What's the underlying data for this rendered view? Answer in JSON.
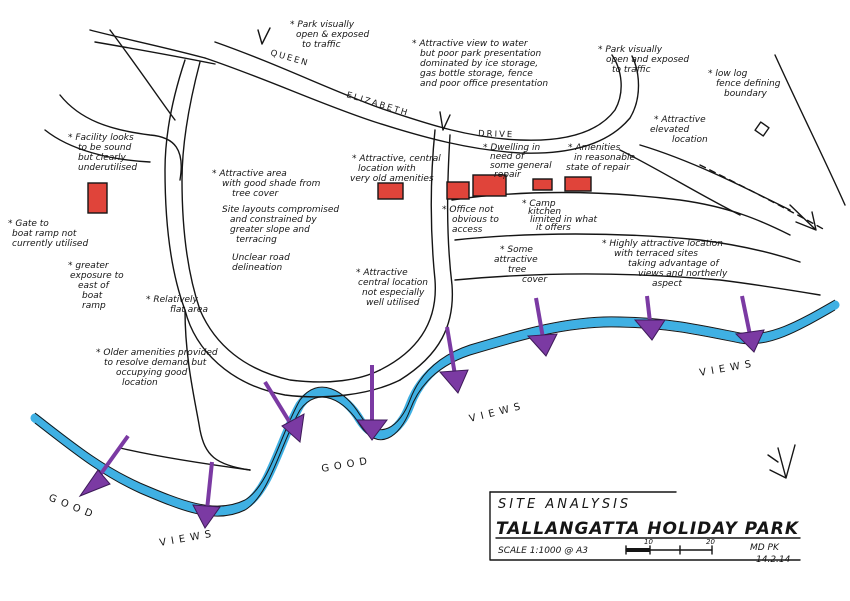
{
  "roads": {
    "queen": "QUEEN",
    "elizabeth": "ELIZABETH",
    "drive": "DRIVE"
  },
  "views": [
    "GOOD",
    "VIEWS",
    "GOOD",
    "VIEWS",
    "VIEWS"
  ],
  "notes": {
    "park_exposed_west": [
      "* Park visually",
      "open & exposed",
      "to traffic"
    ],
    "attractive_view_water": [
      "* Attractive view to water",
      "but poor park presentation",
      "dominated by ice storage,",
      "gas bottle storage, fence",
      "and poor office presentation"
    ],
    "park_exposed_east": [
      "* Park visually",
      "open and exposed",
      "to traffic"
    ],
    "low_log_fence": [
      "* low log",
      "fence defining",
      "boundary"
    ],
    "elevated_location": [
      "* Attractive",
      "elevated",
      "location"
    ],
    "facility_looks": [
      "* Facility looks",
      "to be sound",
      "but clearly",
      "underutilised"
    ],
    "gate_boat_ramp": [
      "* Gate to",
      "boat ramp not",
      "currently utilised"
    ],
    "greater_exposure": [
      "* greater",
      "exposure to",
      "east of",
      "boat",
      "ramp"
    ],
    "attractive_area_shade": [
      "* Attractive area",
      "with good shade from",
      "tree cover"
    ],
    "site_layouts": [
      "Site layouts compromised",
      "and constrained by",
      "greater slope and",
      "terracing"
    ],
    "unclear_road": [
      "Unclear road",
      "delineation"
    ],
    "central_location_amenities": [
      "* Attractive, central",
      "location with",
      "very old amenities"
    ],
    "dwelling": [
      "* Dwelling in",
      "need of",
      "some general",
      "repair"
    ],
    "amenities_repair": [
      "* Amenities",
      "in reasonable",
      "state of repair"
    ],
    "office_access": [
      "* Office not",
      "obvious to",
      "access"
    ],
    "camp_kitchen": [
      "* Camp",
      "kitchen",
      "limited in what",
      "it offers"
    ],
    "tree_cover": [
      "* Some",
      "attractive",
      "tree",
      "cover"
    ],
    "terraced_sites": [
      "* Highly attractive location",
      "with terraced sites",
      "taking advantage of",
      "views and northerly",
      "aspect"
    ],
    "central_not_utilised": [
      "* Attractive",
      "central location",
      "not especially",
      "well utilised"
    ],
    "relatively_flat": [
      "* Relatively",
      "flat area"
    ],
    "older_amenities": [
      "* Older amenities provided",
      "to resolve demand but",
      "occupying good",
      "location"
    ]
  },
  "title_block": {
    "heading": "SITE ANALYSIS",
    "park_name": "TALLANGATTA HOLIDAY PARK",
    "scale": "SCALE 1:1000 @ A3",
    "scale_ticks": [
      "10",
      "20"
    ],
    "initials": "MD PK",
    "date": "14.2.14"
  },
  "colors": {
    "river": "#2aa7e0",
    "view_arrows": "#7b3aa3",
    "buildings": "#e0443a",
    "ink": "#151515"
  },
  "icons": [
    "north-arrow-icon",
    "view-arrow-icon",
    "entry-arrow-icon"
  ]
}
